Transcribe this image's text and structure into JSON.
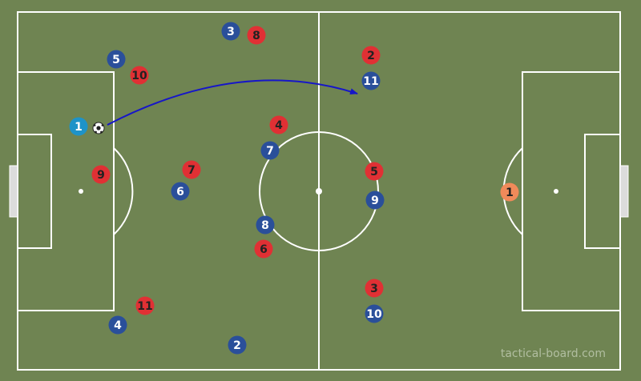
{
  "watermark": "tactical-board.com",
  "colors": {
    "pitch": "#6f8452",
    "lines": "#ffffff",
    "home_team": "#2a4f9a",
    "away_team": "#e03034",
    "home_goalkeeper": "#1e93c8",
    "away_goalkeeper": "#f08a5a",
    "pass_arrow": "#1616c8"
  },
  "home_team_players": [
    "1",
    "2",
    "3",
    "4",
    "5",
    "6",
    "7",
    "8",
    "9",
    "10",
    "11"
  ],
  "away_team_players": [
    "1",
    "2",
    "3",
    "4",
    "5",
    "6",
    "7",
    "8",
    "9",
    "10",
    "11"
  ],
  "ball_icon": "soccer-ball-icon",
  "pass_arrow_icon": "curved-pass-arrow"
}
